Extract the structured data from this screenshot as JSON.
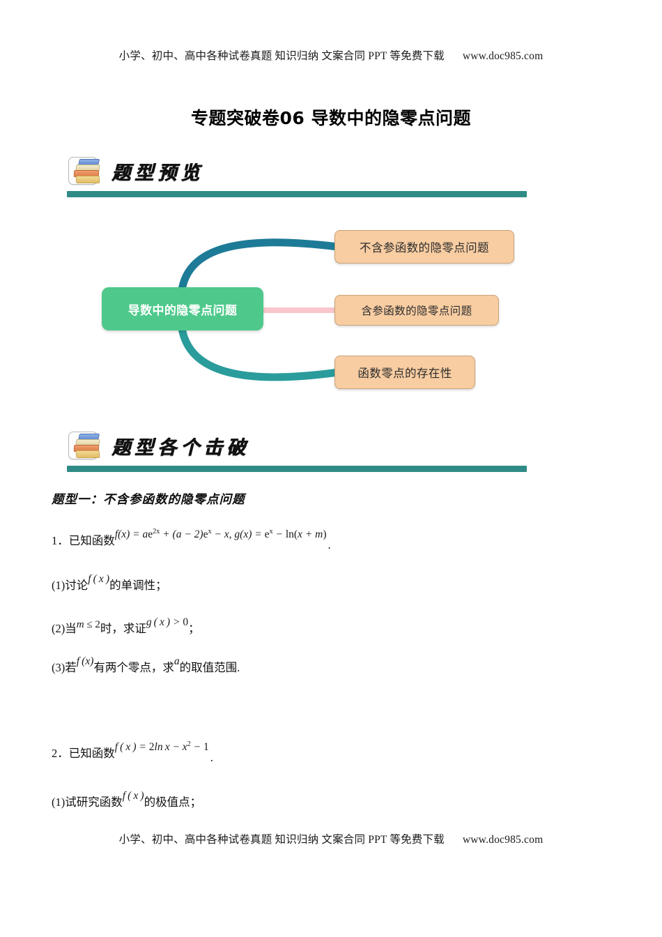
{
  "header": {
    "text": "小学、初中、高中各种试卷真题  知识归纳  文案合同  PPT 等免费下载",
    "site": "www.doc985.com"
  },
  "footer": {
    "text": "小学、初中、高中各种试卷真题  知识归纳  文案合同  PPT 等免费下载",
    "site": "www.doc985.com"
  },
  "title": "专题突破卷06  导数中的隐零点问题",
  "sections": [
    {
      "id": "preview",
      "label": "题型预览",
      "icon": "books-icon"
    },
    {
      "id": "breakthrough",
      "label": "题型各个击破",
      "icon": "books-icon"
    }
  ],
  "mindmap": {
    "root": "导数中的隐零点问题",
    "branches": [
      {
        "label": "不含参函数的隐零点问题",
        "connector": "curve",
        "connector_color": "#1d7b97"
      },
      {
        "label": "含参函数的隐零点问题",
        "connector": "line",
        "connector_color": "#f9c6cb"
      },
      {
        "label": "函数零点的存在性",
        "connector": "curve",
        "connector_color": "#2a9c9b"
      }
    ],
    "colors": {
      "root_fill": "#4ec98b",
      "branch_fill": "#f8cda2",
      "branch_border": "#c9a277",
      "bar": "#2f8b85"
    }
  },
  "question_type_1": "题型一：不含参函数的隐零点问题",
  "problems": [
    {
      "number": "1．",
      "stem_prefix": "已知函数",
      "stem_formula": "f(x) = ae^{2x} + (a-2)e^{x} - x, g(x) = e^{x} - ln(x+m)",
      "stem_suffix": ".",
      "parts": [
        {
          "label": "(1)",
          "text_before": "讨论",
          "formula": "f(x)",
          "text_after": "的单调性；"
        },
        {
          "label": "(2)",
          "text_before": "当",
          "formula": "m ≤ 2",
          "text_mid": "时，求证",
          "formula2": "g(x) > 0",
          "text_after": "；"
        },
        {
          "label": "(3)",
          "text_before": "若",
          "formula": "f(x)",
          "text_mid": "有两个零点，求",
          "formula2": "a",
          "text_after": "的取值范围."
        }
      ]
    },
    {
      "number": "2．",
      "stem_prefix": "已知函数",
      "stem_formula": "f(x) = 2lnx - x^{2} - 1",
      "stem_suffix": ".",
      "parts": [
        {
          "label": "(1)",
          "text_before": "试研究函数",
          "formula": "f(x)",
          "text_after": "的极值点；"
        }
      ]
    }
  ]
}
